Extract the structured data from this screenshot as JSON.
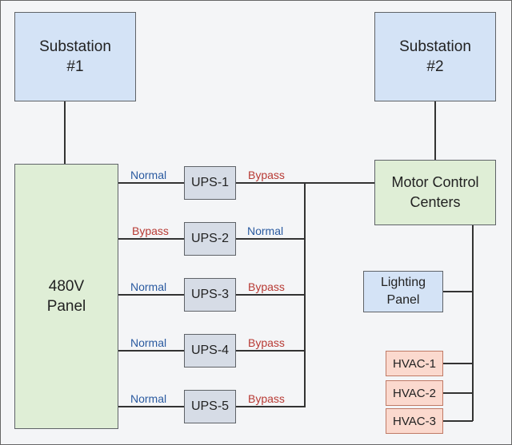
{
  "substations": [
    "Substation\n#1",
    "Substation\n#2"
  ],
  "panel": "480V\nPanel",
  "mcc": "Motor Control\nCenters",
  "lighting": "Lighting\nPanel",
  "ups": [
    {
      "name": "UPS-1",
      "in": "Normal",
      "out": "Bypass"
    },
    {
      "name": "UPS-2",
      "in": "Bypass",
      "out": "Normal"
    },
    {
      "name": "UPS-3",
      "in": "Normal",
      "out": "Bypass"
    },
    {
      "name": "UPS-4",
      "in": "Normal",
      "out": "Bypass"
    },
    {
      "name": "UPS-5",
      "in": "Normal",
      "out": "Bypass"
    }
  ],
  "hvac": [
    "HVAC-1",
    "HVAC-2",
    "HVAC-3"
  ],
  "colors": {
    "normal": "#2a5aa0",
    "bypass": "#b83a34"
  }
}
